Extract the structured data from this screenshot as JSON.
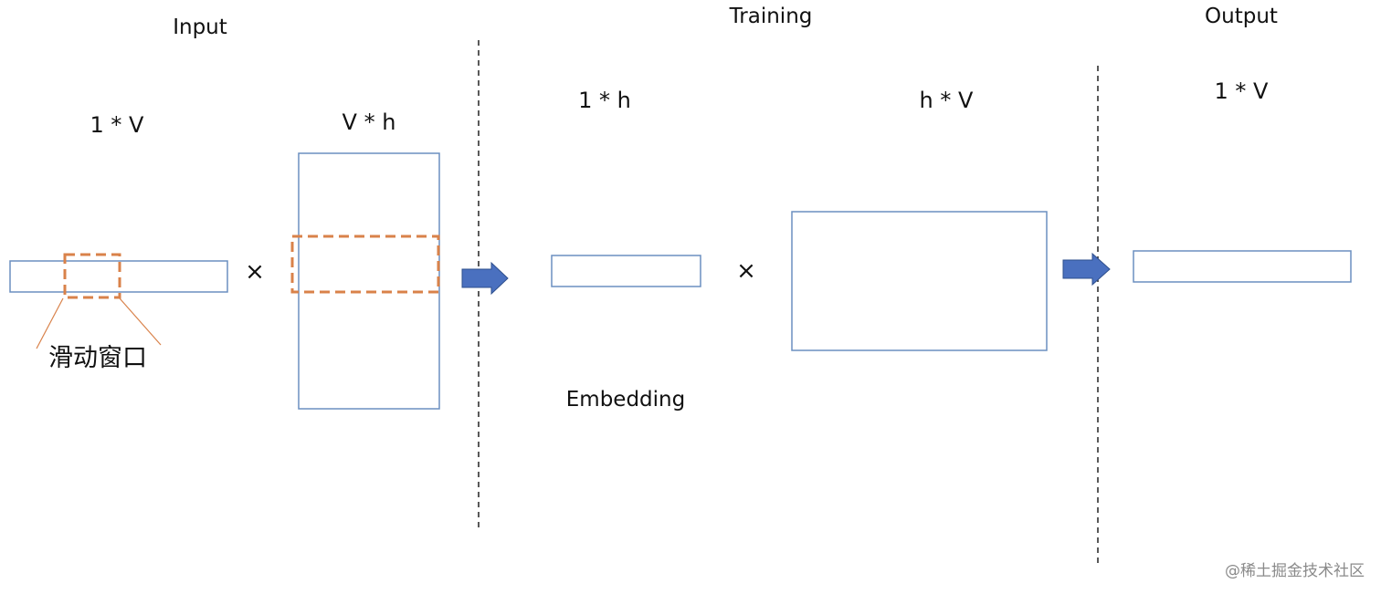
{
  "sections": {
    "input": "Input",
    "training": "Training",
    "output": "Output"
  },
  "dims": {
    "input_vector": "1 * V",
    "input_matrix": "V * h",
    "hidden_vector": "1 * h",
    "hidden_matrix": "h * V",
    "output_vector": "1 * V"
  },
  "operators": {
    "multiply_1": "×",
    "multiply_2": "×"
  },
  "labels": {
    "sliding_window": "滑动窗口",
    "embedding": "Embedding"
  },
  "watermark": "@稀土掘金技术社区",
  "colors": {
    "box_stroke": "#6b8fc0",
    "window_stroke": "#d9824a",
    "callout_stroke": "#d9824a",
    "arrow_fill": "#4a70bf",
    "arrow_stroke": "#2e4f8c",
    "divider": "#222222"
  }
}
